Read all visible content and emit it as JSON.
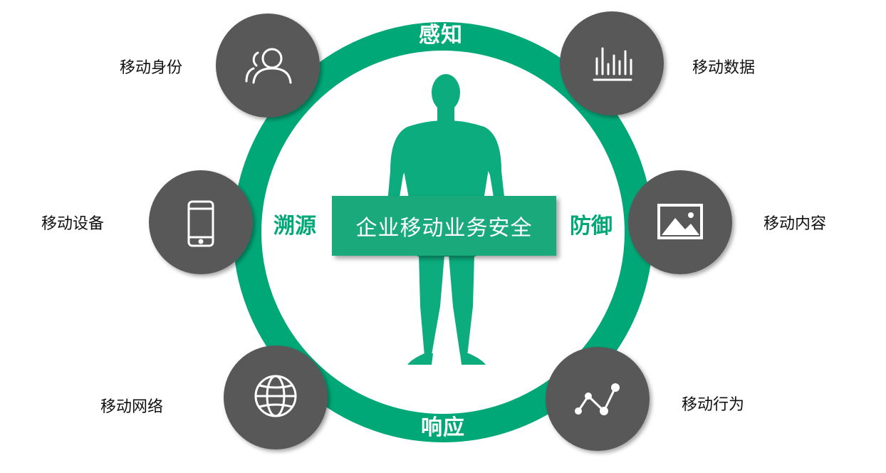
{
  "diagram": {
    "center_title": "企业移动业务安全",
    "ring_labels": {
      "top": "感知",
      "bottom": "响应",
      "left": "溯源",
      "right": "防御"
    },
    "nodes": [
      {
        "label": "移动身份",
        "icon": "users-icon"
      },
      {
        "label": "移动数据",
        "icon": "bar-chart-icon"
      },
      {
        "label": "移动设备",
        "icon": "smartphone-icon"
      },
      {
        "label": "移动内容",
        "icon": "image-icon"
      },
      {
        "label": "移动网络",
        "icon": "globe-icon"
      },
      {
        "label": "移动行为",
        "icon": "line-trend-icon"
      }
    ],
    "colors": {
      "ring": "#00a878",
      "node_circle": "#595959",
      "center_box": "#1aa97a",
      "figure": "#00a878",
      "node_text": "#111111"
    }
  }
}
